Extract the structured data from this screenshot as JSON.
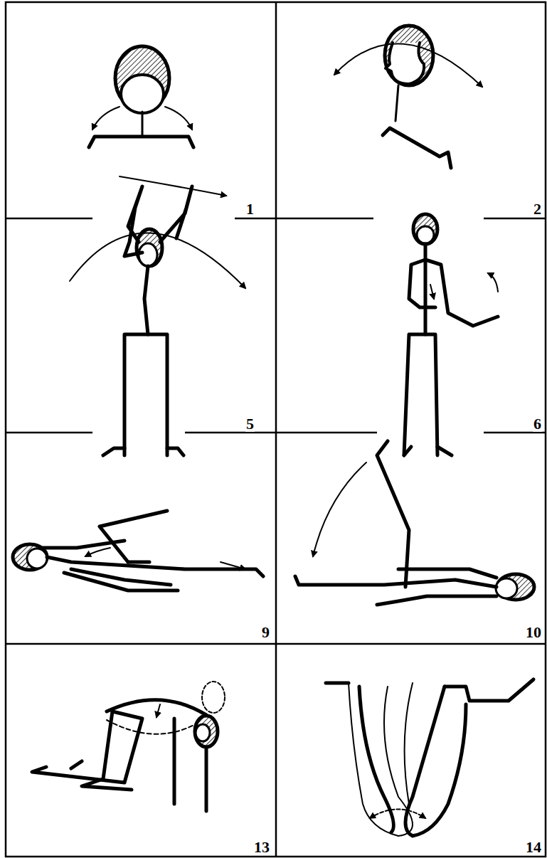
{
  "diagram": {
    "labels": [
      "1",
      "2",
      "5",
      "6",
      "9",
      "10",
      "13",
      "14"
    ]
  }
}
